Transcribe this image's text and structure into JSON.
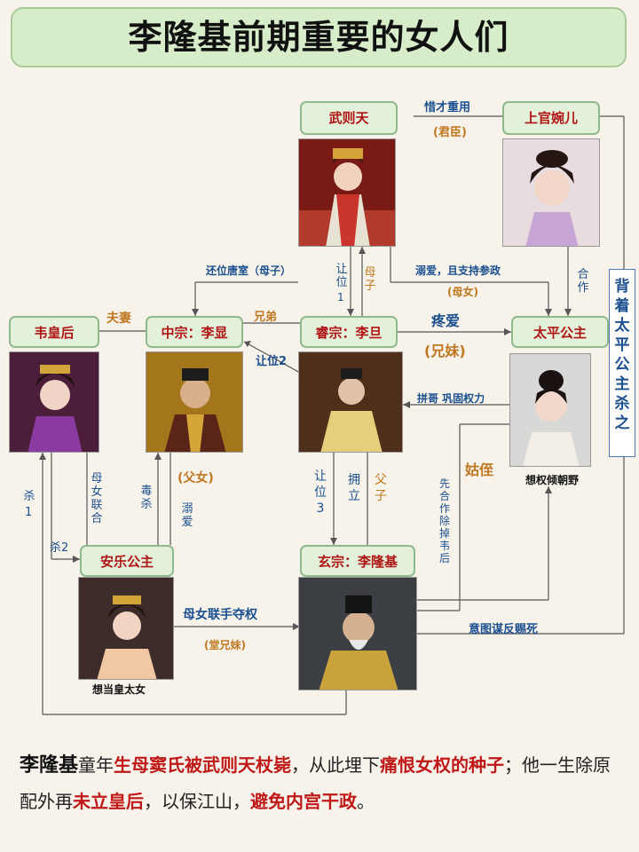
{
  "title": "李隆基前期重要的女人们",
  "nodes": {
    "wuzetian": "武则天",
    "shangguan": "上官婉儿",
    "weihuanghou": "韦皇后",
    "zhongzong": "中宗：李显",
    "ruizong": "睿宗：李旦",
    "taiping": "太平公主",
    "anle": "安乐公主",
    "xuanzong": "玄宗：李隆基"
  },
  "captions": {
    "taiping": "想权倾朝野",
    "anle": "想当皇太女"
  },
  "relations": {
    "xicai": "惜才重用",
    "junchen": "(君臣)",
    "huanwei": "还位唐室（母子）",
    "rangwei1a": "让位",
    "rangwei1b": "1",
    "muzi": "母子",
    "niai_zhichi": "溺爱，且支持参政",
    "munu": "(母女)",
    "hezuo": "合作",
    "fuqi": "夫妻",
    "xiongdi": "兄弟",
    "rangwei2": "让位2",
    "tengai": "疼爱",
    "xiongmei": "(兄妹)",
    "pinge": "拼哥  巩固权力",
    "guzhi": "姑侄",
    "sha1a": "杀",
    "sha1b": "1",
    "sha2": "杀2",
    "munu_lianhe": "母女联合",
    "dusha": "毒杀",
    "fuNu": "(父女)",
    "niai": "溺爱",
    "rangwei3": "让位3",
    "yongli": "拥立",
    "fuzi": "父子",
    "xianhezuo": "先合作除掉韦后",
    "munu_lianshou": "母女联手夺权",
    "tangxiongmei": "(堂兄妹)",
    "yitu": "意图谋反赐死"
  },
  "side_note": "背着太平公主杀之",
  "bottom": {
    "p1": "李隆基",
    "p2": "童年",
    "p3": "生母窦氏被武则天杖毙",
    "p4": "，从此埋下",
    "p5": "痛恨女权的种子",
    "p6": "；他一生除原配外再",
    "p7": "未立皇后",
    "p8": "，以保江山，",
    "p9": "避免内宫干政",
    "p10": "。"
  }
}
